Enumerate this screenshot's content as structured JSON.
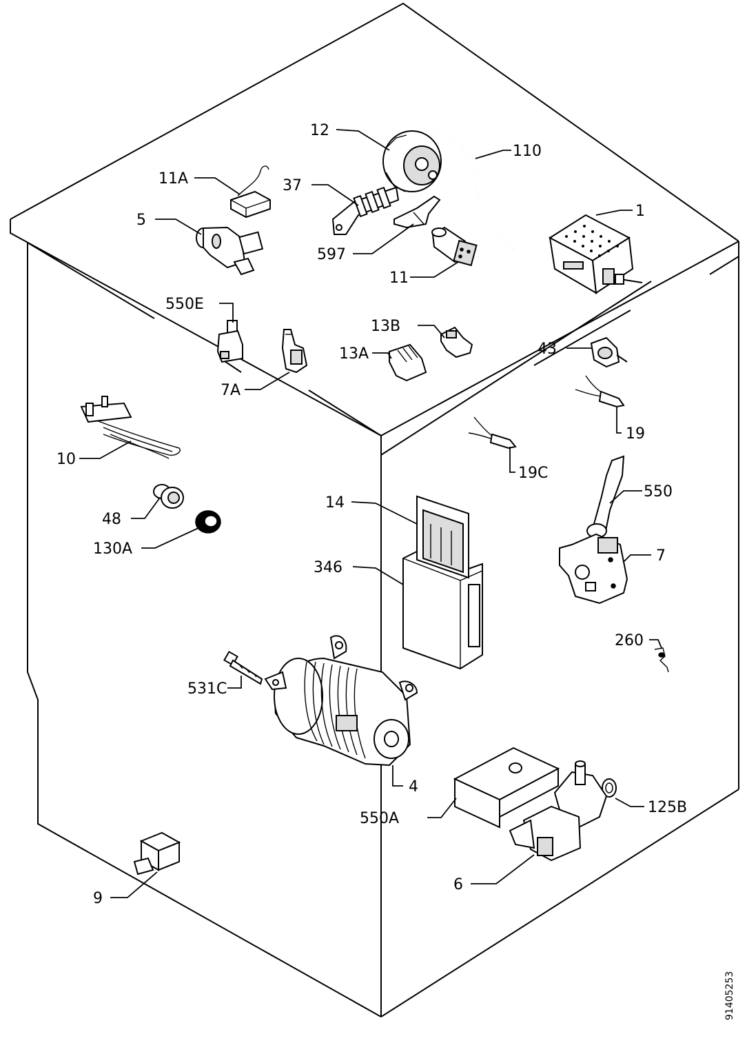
{
  "diagram": {
    "doc_number": "91405253",
    "labels": {
      "p12": "12",
      "p110": "110",
      "p11a": "11A",
      "p37": "37",
      "p5": "5",
      "p1": "1",
      "p597": "597",
      "p11": "11",
      "p550e": "550E",
      "p13b": "13B",
      "p13a": "13A",
      "p43": "43",
      "p7a": "7A",
      "p19": "19",
      "p10": "10",
      "p19c": "19C",
      "p550": "550",
      "p48": "48",
      "p14": "14",
      "p130a": "130A",
      "p7": "7",
      "p346": "346",
      "p260": "260",
      "p531c": "531C",
      "p4": "4",
      "p125b": "125B",
      "p550a": "550A",
      "p6": "6",
      "p9": "9"
    }
  }
}
